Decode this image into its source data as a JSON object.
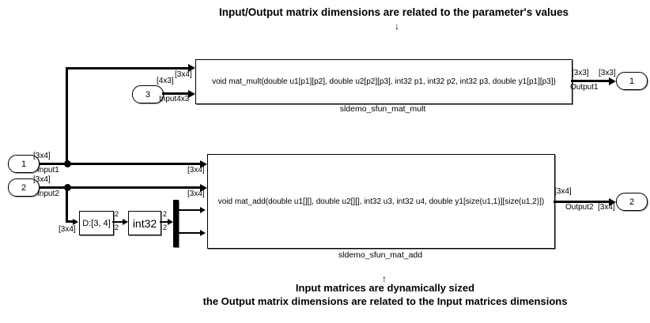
{
  "annotations": {
    "top_title": "Input/Output matrix dimensions are related to the parameter's values",
    "top_arrow": "↓",
    "bottom_arrow": "↑",
    "bottom_line1": "Input matrices are dynamically sized",
    "bottom_line2": "the Output matrix dimensions are related to the Input matrices dimensions"
  },
  "blocks": {
    "mat_mult": {
      "signature": "void mat_mult(double u1[p1][p2], double u2[p2][p3], int32 p1, int32 p2, int32 p3, double y1[p1][p3])",
      "name": "sldemo_sfun_mat_mult"
    },
    "mat_add": {
      "signature": "void mat_add(double u1[][], double u2[][], int32 u3, int32 u4, double y1[size(u1,1)][size(u1,2)])",
      "name": "sldemo_sfun_mat_add"
    },
    "probe": {
      "label": "D:[3, 4]"
    },
    "cast": {
      "label": "int32"
    }
  },
  "ports": {
    "input1": {
      "number": "1",
      "name": "Input1",
      "dim": "[3x4]"
    },
    "input2": {
      "number": "2",
      "name": "Input2",
      "dim": "[3x4]"
    },
    "input3": {
      "number": "3",
      "name": "Input4x3",
      "dim": "[4x3]"
    },
    "output1": {
      "number": "1",
      "name": "Output1",
      "dim_block": "[3x3]",
      "dim_port": "[3x3]"
    },
    "output2": {
      "number": "2",
      "name": "Output2",
      "dim_block": "[3x4]",
      "dim_port": "[3x4]"
    }
  },
  "wire_labels": {
    "mult_in1_dim": "[3x4]",
    "add_in1_dim": "[3x4]",
    "add_in2_dim": "[3x4]",
    "probe_in_dim": "[3x4]",
    "width_twos": [
      "2",
      "2",
      "2",
      "2"
    ]
  },
  "colors": {
    "line": "#000000",
    "block_fill": "#ffffff",
    "background": "#ffffff"
  }
}
